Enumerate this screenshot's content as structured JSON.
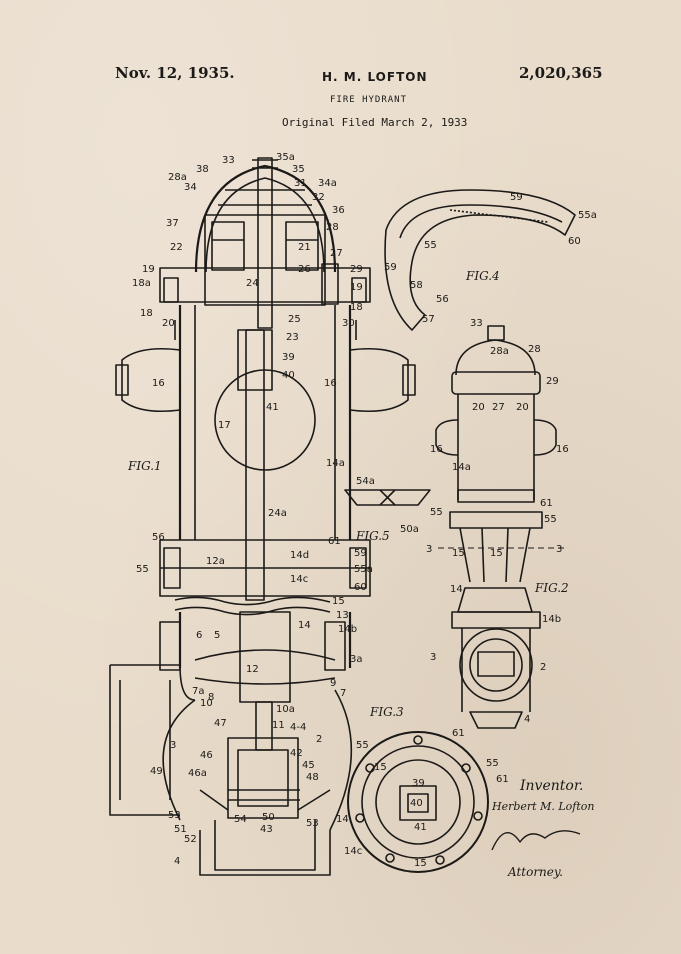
{
  "header": {
    "date": "Nov. 12, 1935.",
    "inventor": "H. M. LOFTON",
    "patent_number": "2,020,365",
    "title": "FIRE HYDRANT",
    "filed": "Original Filed March 2, 1933"
  },
  "figures": {
    "fig1": "FIG.1",
    "fig2": "FIG.2",
    "fig3": "FIG.3",
    "fig4": "FIG.4",
    "fig5": "FIG.5"
  },
  "signature": {
    "inventor_label": "Inventor.",
    "inventor_name": "Herbert M. Lofton",
    "attorney_label": "Attorney."
  },
  "colors": {
    "paper": "#e9dccb",
    "ink": "#1c1a18"
  },
  "labels": {
    "fig1": [
      "33",
      "35a",
      "38",
      "35",
      "28a",
      "31",
      "34a",
      "34",
      "32",
      "36",
      "37",
      "22",
      "21",
      "28",
      "27",
      "26",
      "29",
      "19",
      "18a",
      "24",
      "19",
      "18",
      "18",
      "25",
      "20",
      "30",
      "23",
      "39",
      "40",
      "16",
      "16",
      "41",
      "17",
      "14a",
      "24a",
      "56",
      "61",
      "55",
      "12a",
      "14d",
      "59",
      "55a",
      "14c",
      "60",
      "15",
      "13",
      "14",
      "14b",
      "6",
      "5",
      "12",
      "3a",
      "8",
      "9",
      "7a",
      "7",
      "10",
      "10a",
      "47",
      "11",
      "4-4",
      "3",
      "2",
      "46",
      "42",
      "45",
      "48",
      "49",
      "46a",
      "53",
      "54",
      "50",
      "51",
      "43",
      "53",
      "52",
      "4"
    ],
    "fig2": [
      "33",
      "28a",
      "28",
      "29",
      "20",
      "27",
      "20",
      "16",
      "16",
      "14a",
      "61",
      "55",
      "55",
      "3",
      "15",
      "15",
      "3",
      "14",
      "14b",
      "3",
      "2",
      "4"
    ],
    "fig3": [
      "61",
      "55",
      "55",
      "15",
      "61",
      "39",
      "40",
      "41",
      "14",
      "14c",
      "15"
    ],
    "fig4": [
      "59",
      "55a",
      "55",
      "60",
      "59",
      "58",
      "56",
      "57"
    ],
    "fig5": [
      "54a",
      "50a"
    ]
  }
}
